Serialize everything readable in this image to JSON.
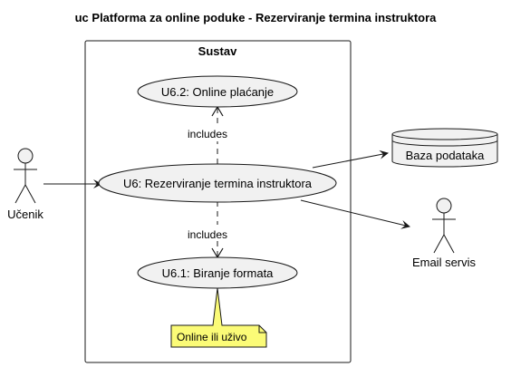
{
  "diagram": {
    "title": "uc Platforma za online poduke - Rezerviranje termina instruktora",
    "system_boundary": {
      "label": "Sustav"
    },
    "use_cases": {
      "main": "U6: Rezerviranje termina instruktora",
      "payment": "U6.2: Online plaćanje",
      "format": "U6.1: Biranje formata"
    },
    "actors": {
      "student": "Učenik",
      "email": "Email servis"
    },
    "database": {
      "label": "Baza podataka"
    },
    "relations": {
      "includes_payment": "includes",
      "includes_format": "includes"
    },
    "note": {
      "text": "Online ili uživo"
    },
    "colors": {
      "use_case_fill": "#f1f1f1",
      "note_fill": "#fbfb77",
      "stroke": "#181818",
      "background": "#ffffff"
    }
  }
}
